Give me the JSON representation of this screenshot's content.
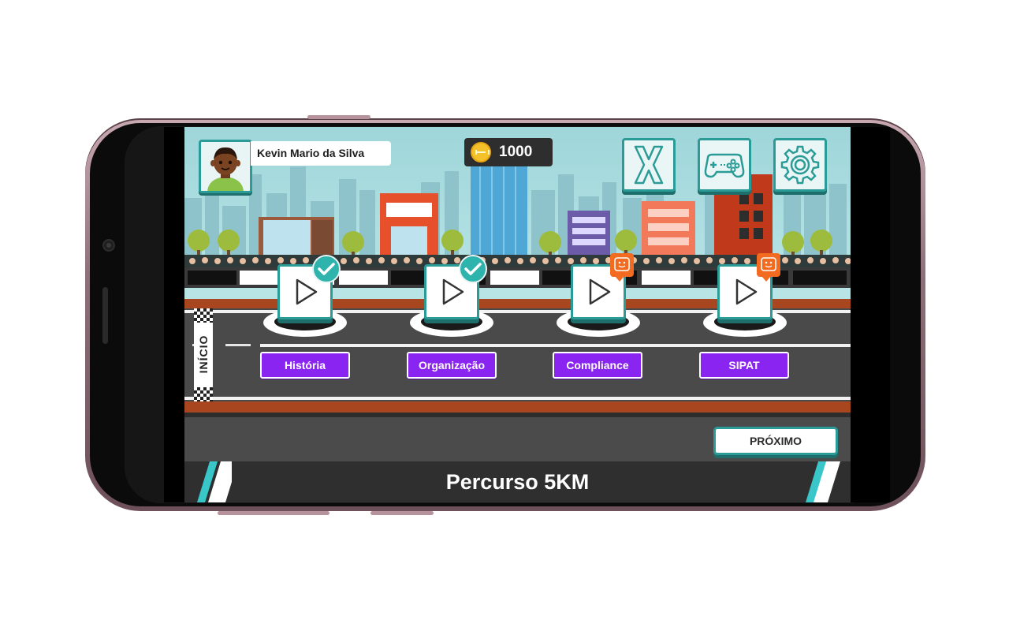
{
  "player": {
    "name": "Kevin Mario da Silva"
  },
  "coins": {
    "amount": "1000"
  },
  "toolbar": {
    "close_icon": "x-icon",
    "games_icon": "gamepad-icon",
    "settings_icon": "gear-icon"
  },
  "track": {
    "start_label": "INÍCIO",
    "levels": [
      {
        "label": "História",
        "status": "completed"
      },
      {
        "label": "Organização",
        "status": "completed"
      },
      {
        "label": "Compliance",
        "status": "locked"
      },
      {
        "label": "SIPAT",
        "status": "locked"
      }
    ]
  },
  "next_button": {
    "label": "PRÓXIMO"
  },
  "route": {
    "title": "Percurso 5KM"
  },
  "colors": {
    "teal": "#2a9b97",
    "purple": "#8a24f0",
    "orange_badge": "#f26b21",
    "road": "#4a4a4a",
    "curb": "#a8461f"
  }
}
